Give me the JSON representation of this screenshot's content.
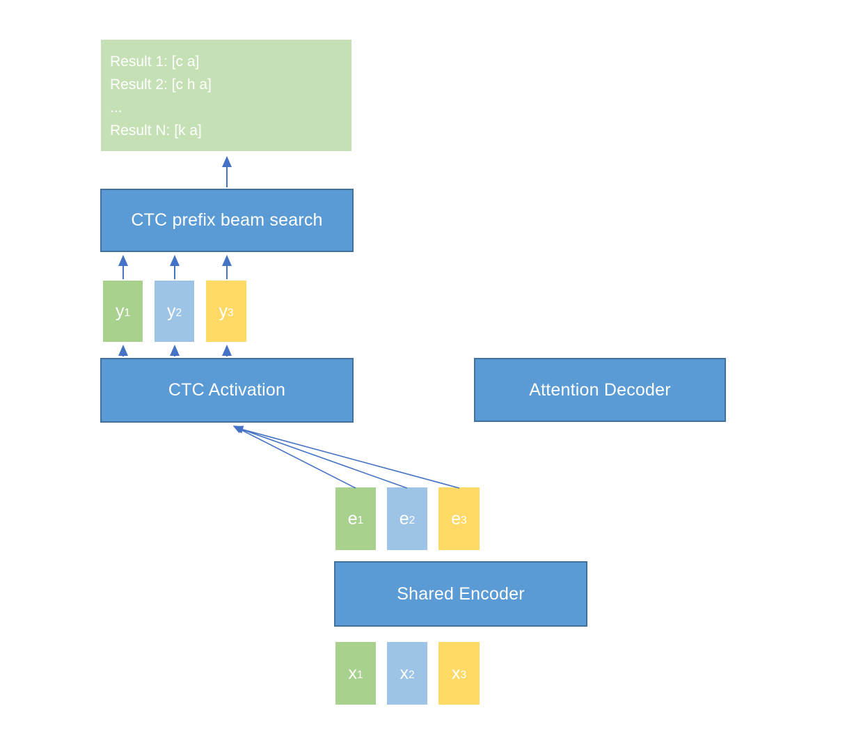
{
  "colors": {
    "canvas_bg": "#ffffff",
    "box_blue_fill": "#5b9bd5",
    "box_blue_border": "#41719c",
    "results_green_fill": "#c5e0b4",
    "token_green": "#a9d18e",
    "token_blue": "#9dc3e6",
    "token_yellow": "#ffd966",
    "arrow_blue": "#4472c4",
    "box_text": "#ffffff"
  },
  "results_box": {
    "lines": [
      "Result 1: [c a]",
      "Result 2: [c h a]",
      "...",
      "Result N: [k a]"
    ]
  },
  "blocks": {
    "beam_search": "CTC prefix beam search",
    "ctc_activation": "CTC Activation",
    "attention_decoder": "Attention Decoder",
    "shared_encoder": "Shared Encoder"
  },
  "tokens": {
    "y": [
      {
        "base": "y",
        "sub": "1"
      },
      {
        "base": "y",
        "sub": "2"
      },
      {
        "base": "y",
        "sub": "3"
      }
    ],
    "e": [
      {
        "base": "e",
        "sub": "1"
      },
      {
        "base": "e",
        "sub": "2"
      },
      {
        "base": "e",
        "sub": "3"
      }
    ],
    "x": [
      {
        "base": "x",
        "sub": "1"
      },
      {
        "base": "x",
        "sub": "2"
      },
      {
        "base": "x",
        "sub": "3"
      }
    ]
  }
}
